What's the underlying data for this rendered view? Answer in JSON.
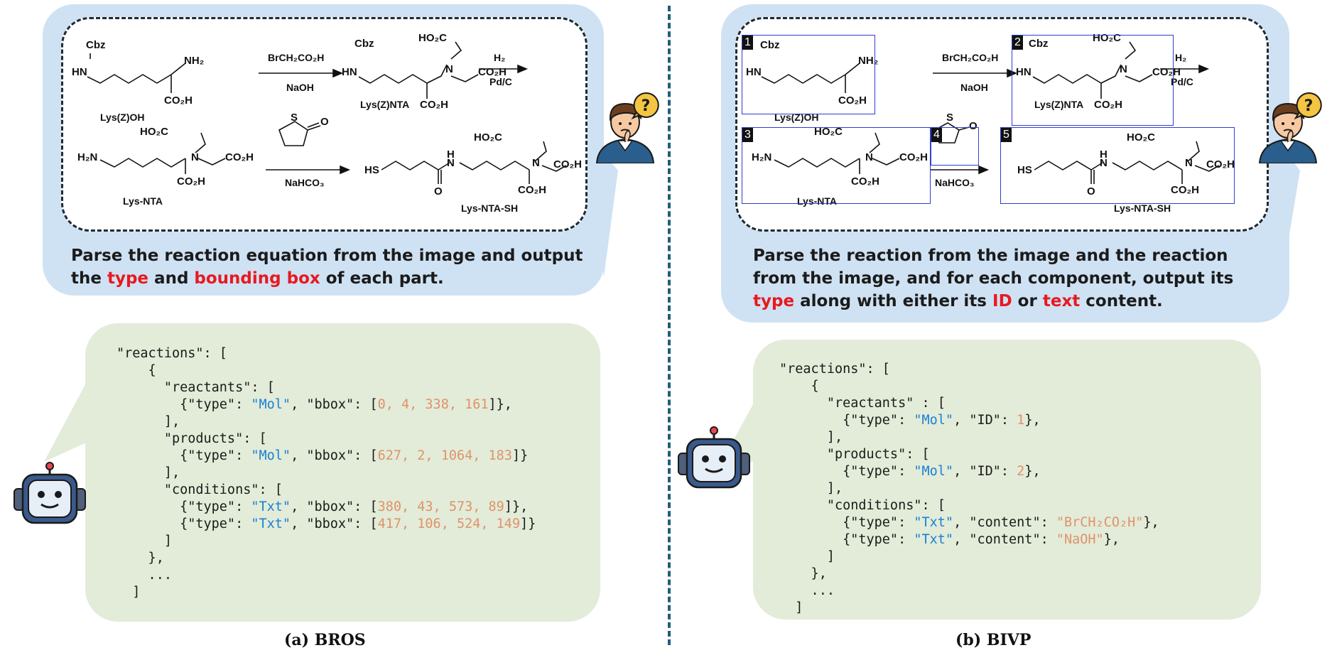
{
  "panel_a": {
    "prompt_segments": [
      "Parse the reaction equation from the image and output",
      "the ",
      "type",
      " and ",
      "bounding box",
      " of each part."
    ],
    "code_lines": [
      "\"reactions\": [",
      "    {",
      "      \"reactants\": [",
      "        {\"type\": ",
      "\"Mol\"",
      ", \"bbox\": [",
      "0, 4, 338, 161",
      "]},",
      "      ],",
      "      \"products\": [",
      "        {\"type\": ",
      "\"Mol\"",
      ", \"bbox\": [",
      "627, 2, 1064, 183",
      "]}",
      "      ],",
      "      \"conditions\": [",
      "        {\"type\": ",
      "\"Txt\"",
      ", \"bbox\": [",
      "380, 43, 573, 89",
      "]},",
      "        {\"type\": ",
      "\"Txt\"",
      ", \"bbox\": [",
      "417, 106, 524, 149",
      "]}",
      "      ]",
      "    },",
      "    ...",
      "  ]"
    ],
    "caption": "(a) BROS"
  },
  "panel_b": {
    "prompt_segments": [
      "Parse the reaction from the image and the reaction",
      "from the image, and for each component, output its",
      "type",
      " along with either its ",
      "ID",
      " or ",
      "text",
      " content."
    ],
    "code_lines": [
      "\"reactions\": [",
      "    {",
      "      \"reactants\" : [",
      "        {\"type\": ",
      "\"Mol\"",
      ", \"ID\": ",
      "1",
      "},",
      "      ],",
      "      \"products\": [",
      "        {\"type\": ",
      "\"Mol\"",
      ", \"ID\": ",
      "2",
      "},",
      "      ],",
      "      \"conditions\": [",
      "        {\"type\": ",
      "\"Txt\"",
      ", \"content\": ",
      "\"BrCH₂CO₂H\"",
      "},",
      "        {\"type\": ",
      "\"Txt\"",
      ", \"content\": ",
      "\"NaOH\"",
      "},",
      "      ]",
      "    },",
      "    ...",
      "  ]"
    ],
    "caption": "(b) BIVP",
    "ids": [
      "1",
      "2",
      "3",
      "4",
      "5"
    ]
  },
  "reaction": {
    "atoms": {
      "cbz": "Cbz",
      "hn": "HN",
      "nh2": "NH₂",
      "h2n": "H₂N",
      "co2h": "CO₂H",
      "ho2c": "HO₂C",
      "n": "N",
      "hs": "HS",
      "o": "O",
      "s": "S",
      "h": "H"
    },
    "reagent_1": "BrCH₂CO₂H",
    "reagent_2": "NaOH",
    "reagent_3": "H₂",
    "reagent_4": "Pd/C",
    "reagent_5": "NaHCO₃",
    "names": [
      "Lys(Z)OH",
      "Lys(Z)NTA",
      "Lys-NTA",
      "Lys-NTA-SH"
    ]
  },
  "icons": [
    "user-thinking-icon",
    "question-mark-icon",
    "robot-icon"
  ],
  "colors": {
    "prompt_bubble": "#cfe2f3",
    "answer_bubble": "#e2ecd8",
    "highlight": "#e8191f",
    "string": "#1c7fd6",
    "number": "#e0926b",
    "bbox": "#2d3fcf",
    "divider": "#1f5f7a"
  }
}
